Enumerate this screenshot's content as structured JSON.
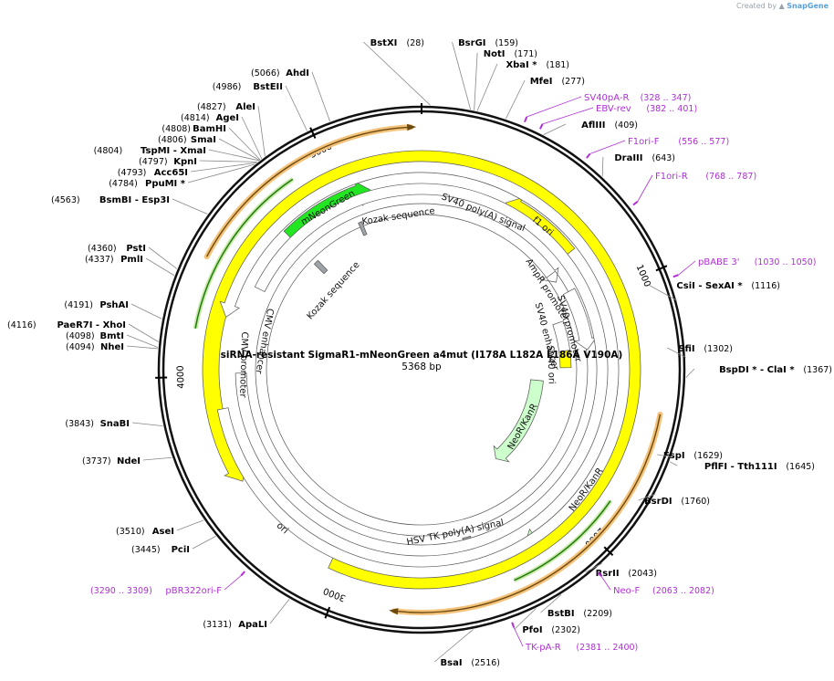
{
  "credit": {
    "prefix": "Created by",
    "brand": "SnapGene"
  },
  "plasmid": {
    "name": "siRNA-resistant SigmaR1-mNeonGreen a4mut (I178A L182A L186A V190A)",
    "length": 5368,
    "length_label": "5368 bp"
  },
  "ticks": [
    "1000",
    "2000",
    "3000",
    "4000",
    "5000"
  ],
  "sites": [
    {
      "name": "BstXI",
      "pos": "(28)"
    },
    {
      "name": "BsrGI",
      "pos": "(159)"
    },
    {
      "name": "NotI",
      "pos": "(171)"
    },
    {
      "name": "XbaI *",
      "pos": "(181)"
    },
    {
      "name": "MfeI",
      "pos": "(277)"
    },
    {
      "name": "AflIII",
      "pos": "(409)"
    },
    {
      "name": "DraIII",
      "pos": "(643)"
    },
    {
      "name": "CsiI  - SexAI *",
      "pos": "(1116)"
    },
    {
      "name": "SfiI",
      "pos": "(1302)"
    },
    {
      "name": "BspDI * - ClaI *",
      "pos": "(1367)"
    },
    {
      "name": "FspI",
      "pos": "(1629)"
    },
    {
      "name": "PflFI  - Tth111I",
      "pos": "(1645)"
    },
    {
      "name": "BsrDI",
      "pos": "(1760)"
    },
    {
      "name": "RsrII",
      "pos": "(2043)"
    },
    {
      "name": "BstBI",
      "pos": "(2209)"
    },
    {
      "name": "PfoI",
      "pos": "(2302)"
    },
    {
      "name": "BsaI",
      "pos": "(2516)"
    },
    {
      "name": "ApaLI",
      "pos": "(3131)"
    },
    {
      "name": "PciI",
      "pos": "(3445)"
    },
    {
      "name": "AseI",
      "pos": "(3510)"
    },
    {
      "name": "NdeI",
      "pos": "(3737)"
    },
    {
      "name": "SnaBI",
      "pos": "(3843)"
    },
    {
      "name": "NheI",
      "pos": "(4094)"
    },
    {
      "name": "BmtI",
      "pos": "(4098)"
    },
    {
      "name": "PaeR7I  - XhoI",
      "pos": "(4116)"
    },
    {
      "name": "PshAI",
      "pos": "(4191)"
    },
    {
      "name": "PmlI",
      "pos": "(4337)"
    },
    {
      "name": "PstI",
      "pos": "(4360)"
    },
    {
      "name": "BsmBI  - Esp3I",
      "pos": "(4563)"
    },
    {
      "name": "PpuMI *",
      "pos": "(4784)"
    },
    {
      "name": "Acc65I",
      "pos": "(4793)"
    },
    {
      "name": "KpnI",
      "pos": "(4797)"
    },
    {
      "name": "TspMI  - XmaI",
      "pos": "(4804)"
    },
    {
      "name": "SmaI",
      "pos": "(4806)"
    },
    {
      "name": "BamHI",
      "pos": "(4808)"
    },
    {
      "name": "AgeI",
      "pos": "(4814)"
    },
    {
      "name": "AleI",
      "pos": "(4827)"
    },
    {
      "name": "BstEII",
      "pos": "(4986)"
    },
    {
      "name": "AhdI",
      "pos": "(5066)"
    }
  ],
  "primers": [
    {
      "name": "SV40pA-R",
      "range": "(328 .. 347)"
    },
    {
      "name": "EBV-rev",
      "range": "(382 .. 401)"
    },
    {
      "name": "F1ori-F",
      "range": "(556 .. 577)"
    },
    {
      "name": "F1ori-R",
      "range": "(768 .. 787)"
    },
    {
      "name": "pBABE 3'",
      "range": "(1030 .. 1050)"
    },
    {
      "name": "Neo-F",
      "range": "(2063 .. 2082)"
    },
    {
      "name": "TK-pA-R",
      "range": "(2381 .. 2400)"
    },
    {
      "name": "pBR322ori-F",
      "range": "(3290 .. 3309)"
    }
  ],
  "features": [
    {
      "name": "mNeonGreen",
      "color": "#22e622"
    },
    {
      "name": "SV40 poly(A) signal",
      "color": "#9ea3a8"
    },
    {
      "name": "f1 ori",
      "color": "#ffff00"
    },
    {
      "name": "AmpR promoter",
      "color": "#ffffff"
    },
    {
      "name": "SV40 promoter",
      "color": "#ffffff"
    },
    {
      "name": "SV40 enhancer",
      "color": "#ffffff"
    },
    {
      "name": "SV40 ori",
      "color": "#ffff00"
    },
    {
      "name": "NeoR/KanR",
      "color": "#ccffcc"
    },
    {
      "name": "NeoR/KanR",
      "color": "#ccffcc"
    },
    {
      "name": "HSV TK poly(A) signal",
      "color": "#9ea3a8"
    },
    {
      "name": "ori",
      "color": "#ffff00"
    },
    {
      "name": "CMV enhancer",
      "color": "#ffffff"
    },
    {
      "name": "CMV promoter",
      "color": "#ffffff"
    },
    {
      "name": "Kozak sequence",
      "color": "#9ea3a8"
    },
    {
      "name": "Kozak sequence",
      "color": "#9ea3a8"
    }
  ],
  "colors": {
    "backbone": "#111111",
    "primer": "#b02fd6",
    "orf_highlight": "#f5c27a",
    "orf_line": "#1f7a10"
  }
}
